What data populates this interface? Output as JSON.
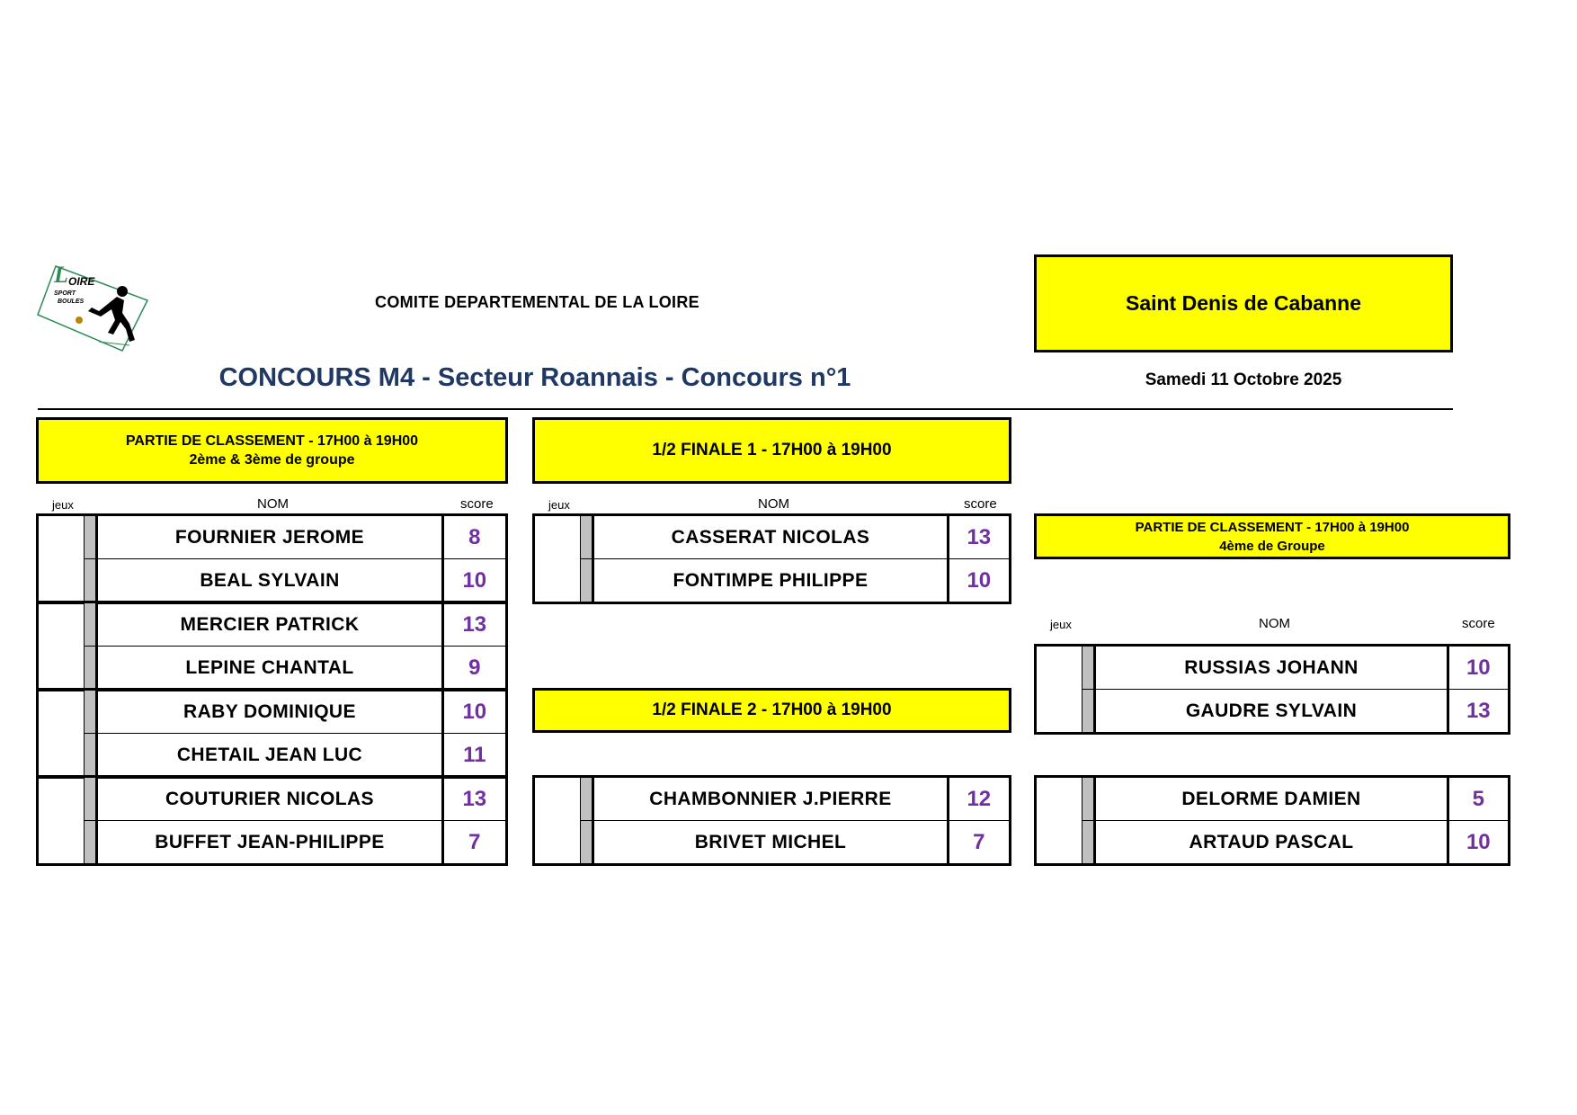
{
  "header": {
    "logo_text": "LOIRE SPORT BOULES",
    "organization": "COMITE DEPARTEMENTAL DE LA LOIRE",
    "venue": "Saint Denis de Cabanne",
    "title": "CONCOURS M4 - Secteur Roannais - Concours n°1",
    "date": "Samedi 11 Octobre 2025"
  },
  "colors": {
    "highlight": "#ffff00",
    "title": "#1f3864",
    "score": "#7030a0",
    "bar": "#c0c0c0"
  },
  "column_labels": {
    "jeux": "jeux",
    "nom": "NOM",
    "score": "score"
  },
  "classement_23": {
    "header_line1": "PARTIE DE CLASSEMENT - 17H00 à 19H00",
    "header_line2": "2ème & 3ème de groupe",
    "matches": [
      [
        {
          "name": "FOURNIER JEROME",
          "score": "8"
        },
        {
          "name": "BEAL SYLVAIN",
          "score": "10"
        }
      ],
      [
        {
          "name": "MERCIER PATRICK",
          "score": "13"
        },
        {
          "name": "LEPINE CHANTAL",
          "score": "9"
        }
      ],
      [
        {
          "name": "RABY DOMINIQUE",
          "score": "10"
        },
        {
          "name": "CHETAIL JEAN LUC",
          "score": "11"
        }
      ],
      [
        {
          "name": "COUTURIER NICOLAS",
          "score": "13"
        },
        {
          "name": "BUFFET JEAN-PHILIPPE",
          "score": "7"
        }
      ]
    ]
  },
  "semi_final_1": {
    "header": "1/2 FINALE 1 - 17H00 à 19H00",
    "players": [
      {
        "name": "CASSERAT NICOLAS",
        "score": "13"
      },
      {
        "name": "FONTIMPE PHILIPPE",
        "score": "10"
      }
    ]
  },
  "semi_final_2": {
    "header": "1/2 FINALE 2 - 17H00 à 19H00",
    "players": [
      {
        "name": "CHAMBONNIER J.PIERRE",
        "score": "12"
      },
      {
        "name": "BRIVET MICHEL",
        "score": "7"
      }
    ]
  },
  "classement_4": {
    "header_line1": "PARTIE DE CLASSEMENT - 17H00 à 19H00",
    "header_line2": "4ème de Groupe",
    "matches": [
      [
        {
          "name": "RUSSIAS JOHANN",
          "score": "10"
        },
        {
          "name": "GAUDRE SYLVAIN",
          "score": "13"
        }
      ],
      [
        {
          "name": "DELORME DAMIEN",
          "score": "5"
        },
        {
          "name": "ARTAUD PASCAL",
          "score": "10"
        }
      ]
    ]
  }
}
